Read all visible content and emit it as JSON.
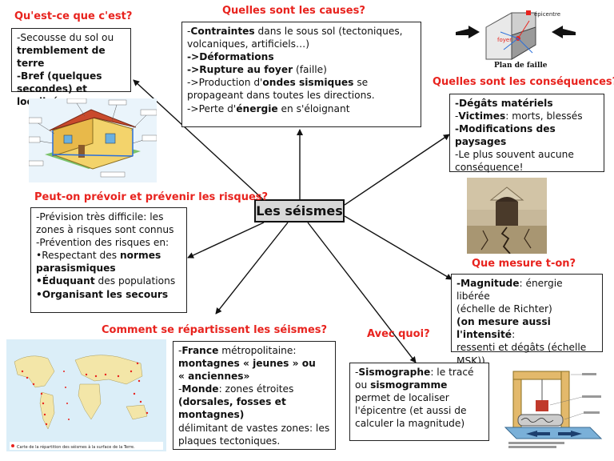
{
  "center": "Les séismes",
  "questions": {
    "what": "Qu'est-ce que c'est?",
    "causes": "Quelles sont les causes?",
    "consequences": "Quelles sont les conséquences?",
    "predict": "Peut-on prévoir et prévenir les risques?",
    "measure": "Que mesure t-on?",
    "distribution": "Comment se répartissent les séismes?",
    "with_what": "Avec quoi?"
  },
  "what_box": [
    [
      {
        "t": "-Secousse du sol ou ",
        "b": false
      }
    ],
    [
      {
        "t": "tremblement de terre",
        "b": true
      }
    ],
    [
      {
        "t": "-Bref (quelques",
        "b": true
      }
    ],
    [
      {
        "t": "secondes) et localisé",
        "b": true
      }
    ]
  ],
  "causes_box": [
    [
      {
        "t": "-",
        "b": false
      },
      {
        "t": "Contraintes",
        "b": true
      },
      {
        "t": " dans le sous sol (tectoniques,",
        "b": false
      }
    ],
    [
      {
        "t": "volcaniques, artificiels…)",
        "b": false
      }
    ],
    [
      {
        "t": "->Déformations",
        "b": true
      }
    ],
    [
      {
        "t": "->Rupture au foyer",
        "b": true
      },
      {
        "t": " (faille)",
        "b": false
      }
    ],
    [
      {
        "t": "->Production d'",
        "b": false
      },
      {
        "t": "ondes sismiques",
        "b": true
      },
      {
        "t": " se",
        "b": false
      }
    ],
    [
      {
        "t": "propageant dans toutes les directions.",
        "b": false
      }
    ],
    [
      {
        "t": "->Perte d'",
        "b": false
      },
      {
        "t": "énergie",
        "b": true
      },
      {
        "t": " en s'éloignant",
        "b": false
      }
    ]
  ],
  "consequences_box": [
    [
      {
        "t": "-Dégâts matériels",
        "b": true
      }
    ],
    [
      {
        "t": "-",
        "b": false
      },
      {
        "t": "Victimes",
        "b": true
      },
      {
        "t": ": morts, blessés",
        "b": false
      }
    ],
    [
      {
        "t": "-Modifications des paysages",
        "b": true
      }
    ],
    [
      {
        "t": "-Le plus souvent aucune",
        "b": false
      }
    ],
    [
      {
        "t": "conséquence!",
        "b": false
      }
    ]
  ],
  "predict_box": [
    [
      {
        "t": "-Prévision très difficile: les",
        "b": false
      }
    ],
    [
      {
        "t": "zones à risques sont connus",
        "b": false
      }
    ],
    [
      {
        "t": "-Prévention des risques en:",
        "b": false
      }
    ],
    [
      {
        "t": " •Respectant des ",
        "b": false
      },
      {
        "t": "normes",
        "b": true
      }
    ],
    [
      {
        "t": "parasismiques",
        "b": true
      }
    ],
    [
      {
        "t": "•Éduquant",
        "b": true
      },
      {
        "t": " des populations",
        "b": false
      }
    ],
    [
      {
        "t": "•Organisant les secours",
        "b": true
      }
    ]
  ],
  "measure_box": [
    [
      {
        "t": "-Magnitude",
        "b": true
      },
      {
        "t": ": énergie libérée",
        "b": false
      }
    ],
    [
      {
        "t": "(échelle de Richter)",
        "b": false
      }
    ],
    [
      {
        "t": "(on mesure aussi l'intensité",
        "b": true
      },
      {
        "t": ":",
        "b": false
      }
    ],
    [
      {
        "t": "ressenti et dégâts (échelle",
        "b": false
      }
    ],
    [
      {
        "t": "MSK))",
        "b": false
      }
    ]
  ],
  "distribution_box": [
    [
      {
        "t": "-",
        "b": false
      },
      {
        "t": "France",
        "b": true
      },
      {
        "t": " métropolitaine:",
        "b": false
      }
    ],
    [
      {
        "t": "montagnes « jeunes » ou",
        "b": true
      }
    ],
    [
      {
        "t": "« anciennes»",
        "b": true
      }
    ],
    [
      {
        "t": "-",
        "b": false
      },
      {
        "t": "Monde",
        "b": true
      },
      {
        "t": ": zones étroites",
        "b": false
      }
    ],
    [
      {
        "t": "(dorsales, fosses et montagnes)",
        "b": true
      }
    ],
    [
      {
        "t": "délimitant de vastes zones: les",
        "b": false
      }
    ],
    [
      {
        "t": "plaques tectoniques.",
        "b": false
      }
    ]
  ],
  "with_box": [
    [
      {
        "t": "-",
        "b": false
      },
      {
        "t": "Sismographe",
        "b": true
      },
      {
        "t": ": le tracé",
        "b": false
      }
    ],
    [
      {
        "t": "ou ",
        "b": false
      },
      {
        "t": "sismogramme",
        "b": true
      }
    ],
    [
      {
        "t": "permet de localiser",
        "b": false
      }
    ],
    [
      {
        "t": "l'épicentre (et aussi de",
        "b": false
      }
    ],
    [
      {
        "t": "calculer la magnitude)",
        "b": false
      }
    ]
  ],
  "fault_diagram": {
    "epicentre": "épicentre",
    "foyer": "foyer",
    "caption": "Plan de faille"
  },
  "map_caption": "Carte de la répartition des séismes à la surface de la Terre."
}
